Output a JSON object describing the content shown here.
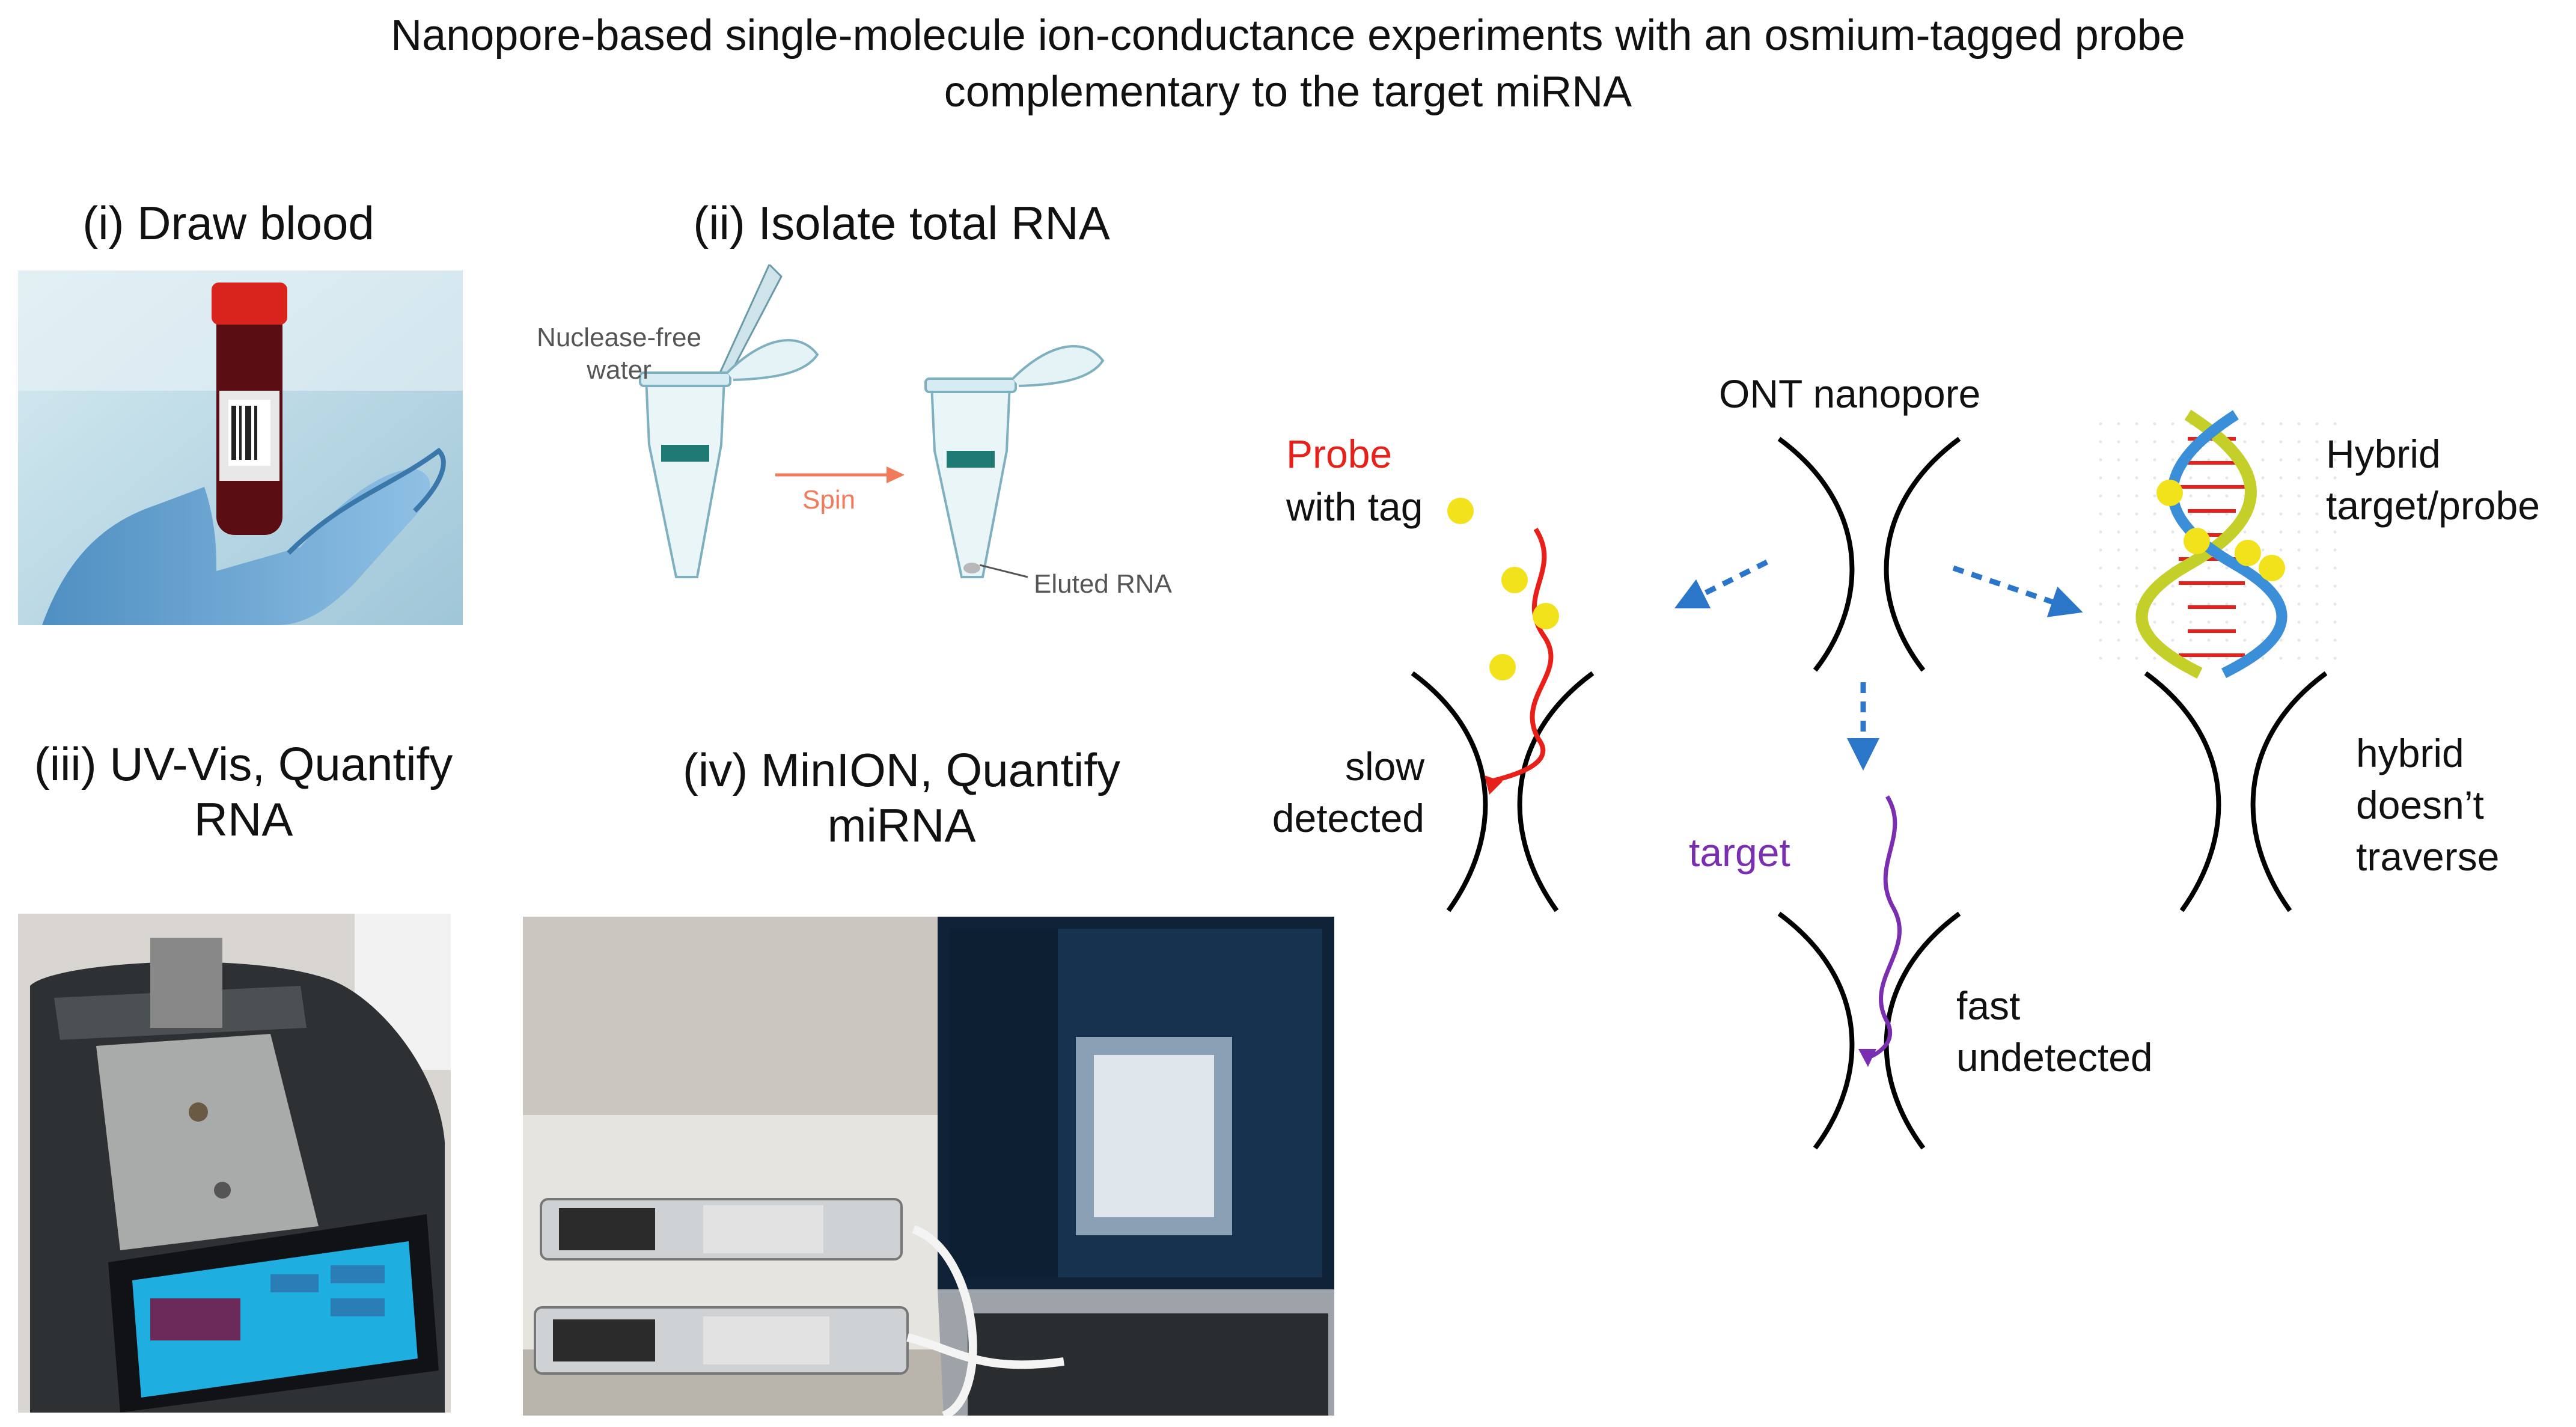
{
  "figure": {
    "title_line1": "Nanopore-based single-molecule ion-conductance experiments with an osmium-tagged probe",
    "title_line2": "complementary to the target miRNA"
  },
  "steps": {
    "i": "(i) Draw blood",
    "ii": "(ii) Isolate total RNA",
    "iii_line1": "(iii) UV-Vis, Quantify",
    "iii_line2": "RNA",
    "iv_line1": "(iv) MinION, Quantify",
    "iv_line2": "miRNA"
  },
  "isolation": {
    "water_line1": "Nuclease-free",
    "water_line2": "water",
    "spin": "Spin",
    "eluted": "Eluted RNA"
  },
  "nanopore": {
    "ont": "ONT nanopore",
    "probe": "Probe",
    "with_tag": "with tag",
    "hybrid_line1": "Hybrid",
    "hybrid_line2": "target/probe",
    "slow": "slow",
    "detected": "detected",
    "target": "target",
    "fast": "fast",
    "undetected": "undetected",
    "hybrid_out_line1": "hybrid",
    "hybrid_out_line2": "doesn’t",
    "hybrid_out_line3": "traverse"
  },
  "colors": {
    "probe_red": "#e8201a",
    "target_purple": "#7a2fb0",
    "tag_yellow": "#f2e21c",
    "arrow_blue": "#2b76c8"
  }
}
